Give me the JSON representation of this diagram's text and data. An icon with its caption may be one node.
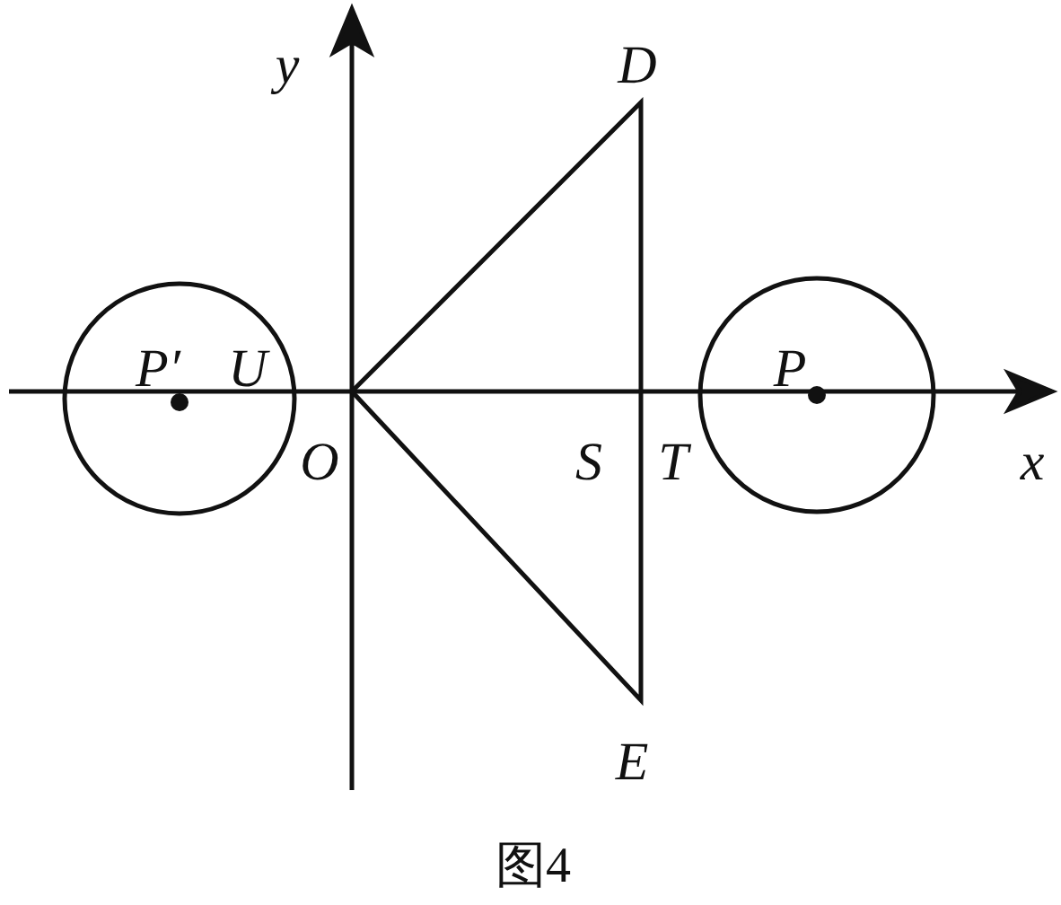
{
  "diagram": {
    "caption": "图4",
    "labels": [
      "y",
      "D",
      "P′",
      "U",
      "P",
      "O",
      "S",
      "T",
      "x",
      "E"
    ]
  }
}
